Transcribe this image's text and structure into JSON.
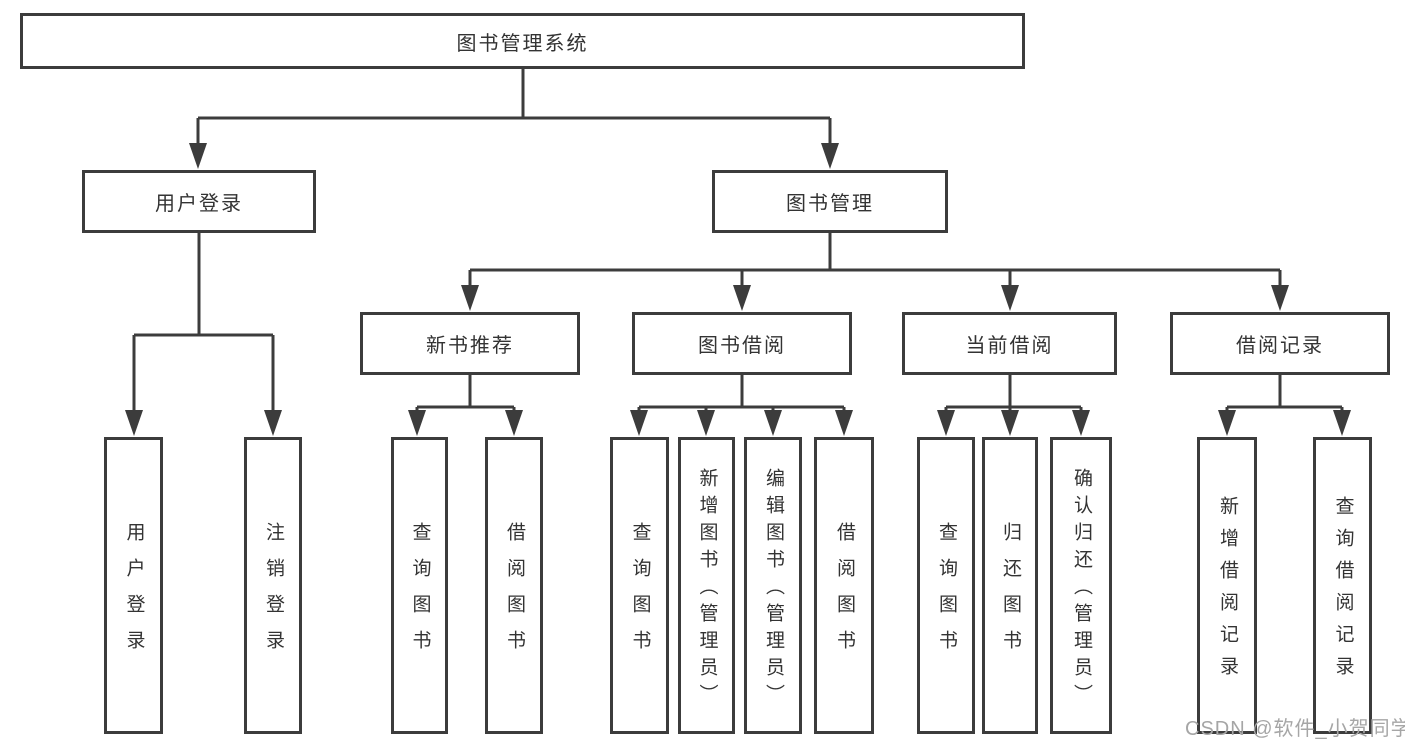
{
  "tree": {
    "root": "图书管理系统",
    "branches": [
      {
        "label": "用户登录",
        "children": [
          "用户登录",
          "注销登录"
        ]
      },
      {
        "label": "图书管理",
        "groups": [
          {
            "label": "新书推荐",
            "children": [
              "查询图书",
              "借阅图书"
            ]
          },
          {
            "label": "图书借阅",
            "children": [
              "查询图书",
              "新增图书（管理员）",
              "编辑图书（管理员）",
              "借阅图书"
            ]
          },
          {
            "label": "当前借阅",
            "children": [
              "查询图书",
              "归还图书",
              "确认归还（管理员）"
            ]
          },
          {
            "label": "借阅记录",
            "children": [
              "新增借阅记录",
              "查询借阅记录"
            ]
          }
        ]
      }
    ]
  },
  "watermark": {
    "text": "CSDN @软件_小贺同学"
  },
  "colors": {
    "line": "#3c3c3c",
    "box_border": "#3c3c3c",
    "text": "#333333",
    "watermark": "#a6a6a6",
    "background": "#ffffff"
  }
}
